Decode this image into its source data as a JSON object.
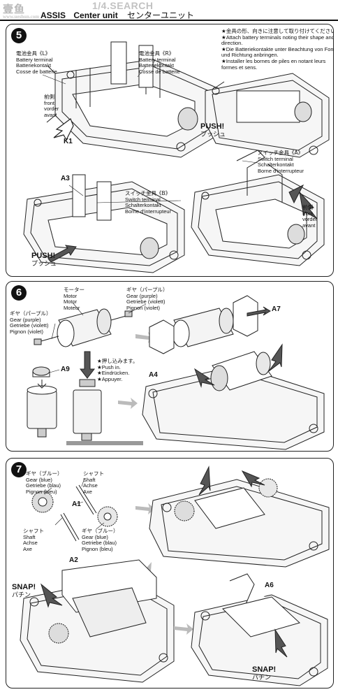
{
  "header": {
    "watermark_logo": "壹鱼",
    "watermark_logo_sub": "www.ueshun.com",
    "watermark_text": "1/4.SEARCH",
    "title_part": "ASSIS",
    "title_en": "Center unit",
    "title_jp": "センターユニット"
  },
  "step5": {
    "number": "5",
    "note": [
      "★金具の形、向きに注意して取り付けてください。",
      "★Attach battery terminals noting their shape and",
      "direction.",
      "★Die Batteriekontakte unter Beachtung von Form",
      "und Richtung anbringen.",
      "★Installer les bornes de piles en notant leurs",
      "formes et sens."
    ],
    "battery_l": [
      "電池金具《L》",
      "Battery terminal",
      "Batteriekontakt",
      "Cosse de batterie"
    ],
    "battery_r": [
      "電池金具《R》",
      "Battery terminal",
      "Batteriekontakt",
      "Cosse de batterie"
    ],
    "front": [
      "前側",
      "front",
      "vorder",
      "avant"
    ],
    "part_k1": "K1",
    "part_a3": "A3",
    "switch_a": [
      "スイッチ金具《A》",
      "Switch terminal",
      "Schalterkontakt",
      "Borne d'interrupteur"
    ],
    "switch_b": [
      "スイッチ金具《B》",
      "Switch terminal",
      "Schalterkontakt",
      "Borne d'interrupteur"
    ],
    "front2": [
      "前側",
      "front",
      "vorder",
      "avant"
    ],
    "push1": "PUSH!",
    "push1_jp": "プッシュ",
    "push2": "PUSH!",
    "push2_jp": "プッシュ"
  },
  "step6": {
    "number": "6",
    "motor": [
      "モーター",
      "Motor",
      "Motor",
      "Moteur"
    ],
    "gear_purple_left": [
      "ギヤ（パープル）",
      "Gear (purple)",
      "Getriebe (violett)",
      "Pignon (violet)"
    ],
    "gear_purple_right": [
      "ギヤ（パープル）",
      "Gear (purple)",
      "Getriebe (violett)",
      "Pignon (violet)"
    ],
    "push_in": [
      "★押し込みます。",
      "★Push in.",
      "★Eindrücken.",
      "★Appuyer."
    ],
    "part_a7": "A7",
    "part_a9": "A9",
    "part_a4": "A4"
  },
  "step7": {
    "number": "7",
    "gear_blue_top": [
      "ギヤ（ブルー）",
      "Gear (blue)",
      "Getriebe (blau)",
      "Pignon (bleu)"
    ],
    "shaft_top": [
      "シャフト",
      "Shaft",
      "Achse",
      "Axe"
    ],
    "shaft_bottom": [
      "シャフト",
      "Shaft",
      "Achse",
      "Axe"
    ],
    "gear_blue_bottom": [
      "ギヤ（ブルー）",
      "Gear (blue)",
      "Getriebe (blau)",
      "Pignon (bleu)"
    ],
    "part_a1": "A1",
    "part_a2": "A2",
    "part_a6": "A6",
    "snap1": "SNAP!",
    "snap1_jp": "パチン",
    "snap2": "SNAP!",
    "snap2_jp": "パチン"
  }
}
